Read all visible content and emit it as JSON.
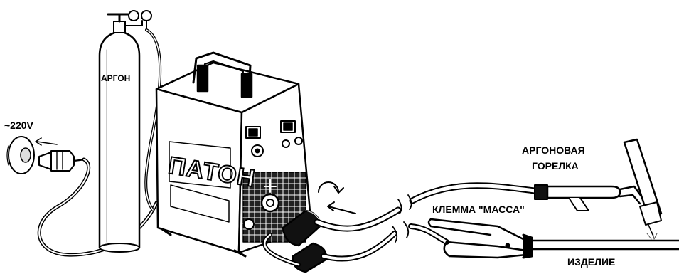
{
  "labels": {
    "mains": "~220V",
    "gas": "АРГОН",
    "brand": "ПАТОН",
    "torch_line1": "АРГОНОВАЯ",
    "torch_line2": "ГОРЕЛКА",
    "clamp": "КЛЕММА \"МАССА\"",
    "workpiece": "ИЗДЕЛИЕ"
  },
  "colors": {
    "ink": "#000000",
    "paper": "#ffffff"
  }
}
